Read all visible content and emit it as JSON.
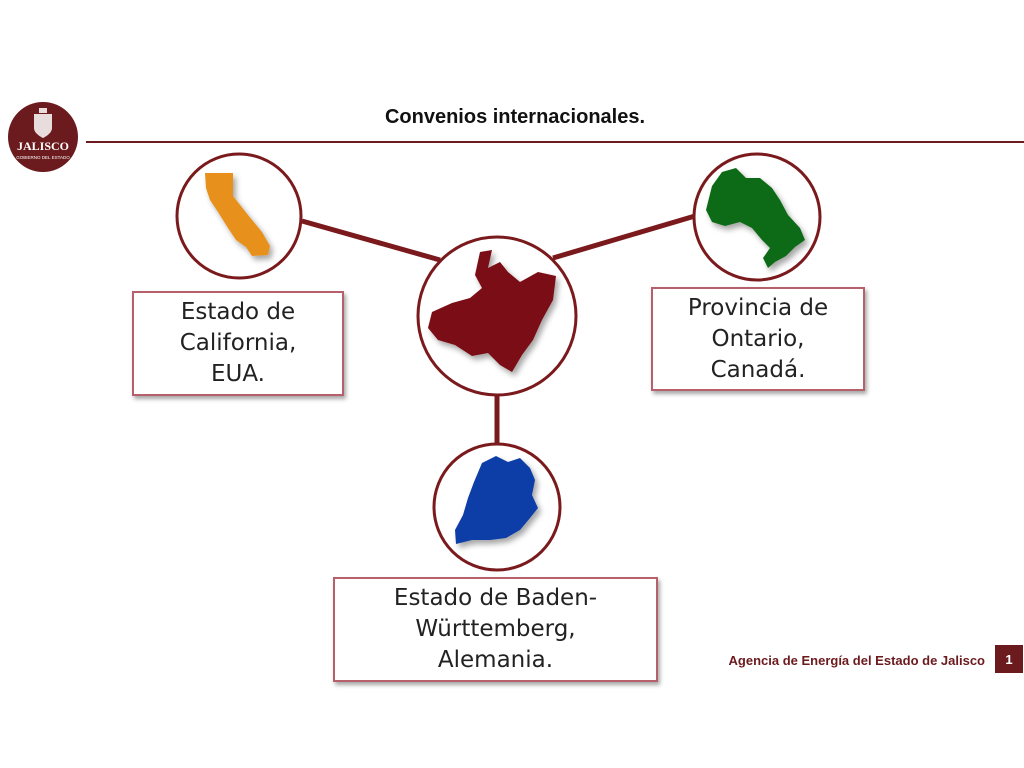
{
  "header": {
    "logo_text": "JALISCO",
    "logo_subtext": "GOBIERNO DEL ESTADO",
    "title": "Convenios internacionales."
  },
  "center": {
    "region": "Jalisco",
    "color": "#7a1012"
  },
  "partners": [
    {
      "id": "california",
      "label": "Estado de\nCalifornia,\nEUA.",
      "color": "#e8901c"
    },
    {
      "id": "ontario",
      "label": "Provincia de\nOntario,\nCanadá.",
      "color": "#0e6b12"
    },
    {
      "id": "baden",
      "label": "Estado de Baden-\nWürttemberg,\nAlemania.",
      "color": "#0f3da6"
    }
  ],
  "footer": {
    "agency": "Agencia de Energía del Estado de Jalisco",
    "page_number": "1"
  },
  "colors": {
    "accent": "#6b1a1d",
    "connector": "#7a1a1d",
    "box_border": "#b5606a"
  }
}
